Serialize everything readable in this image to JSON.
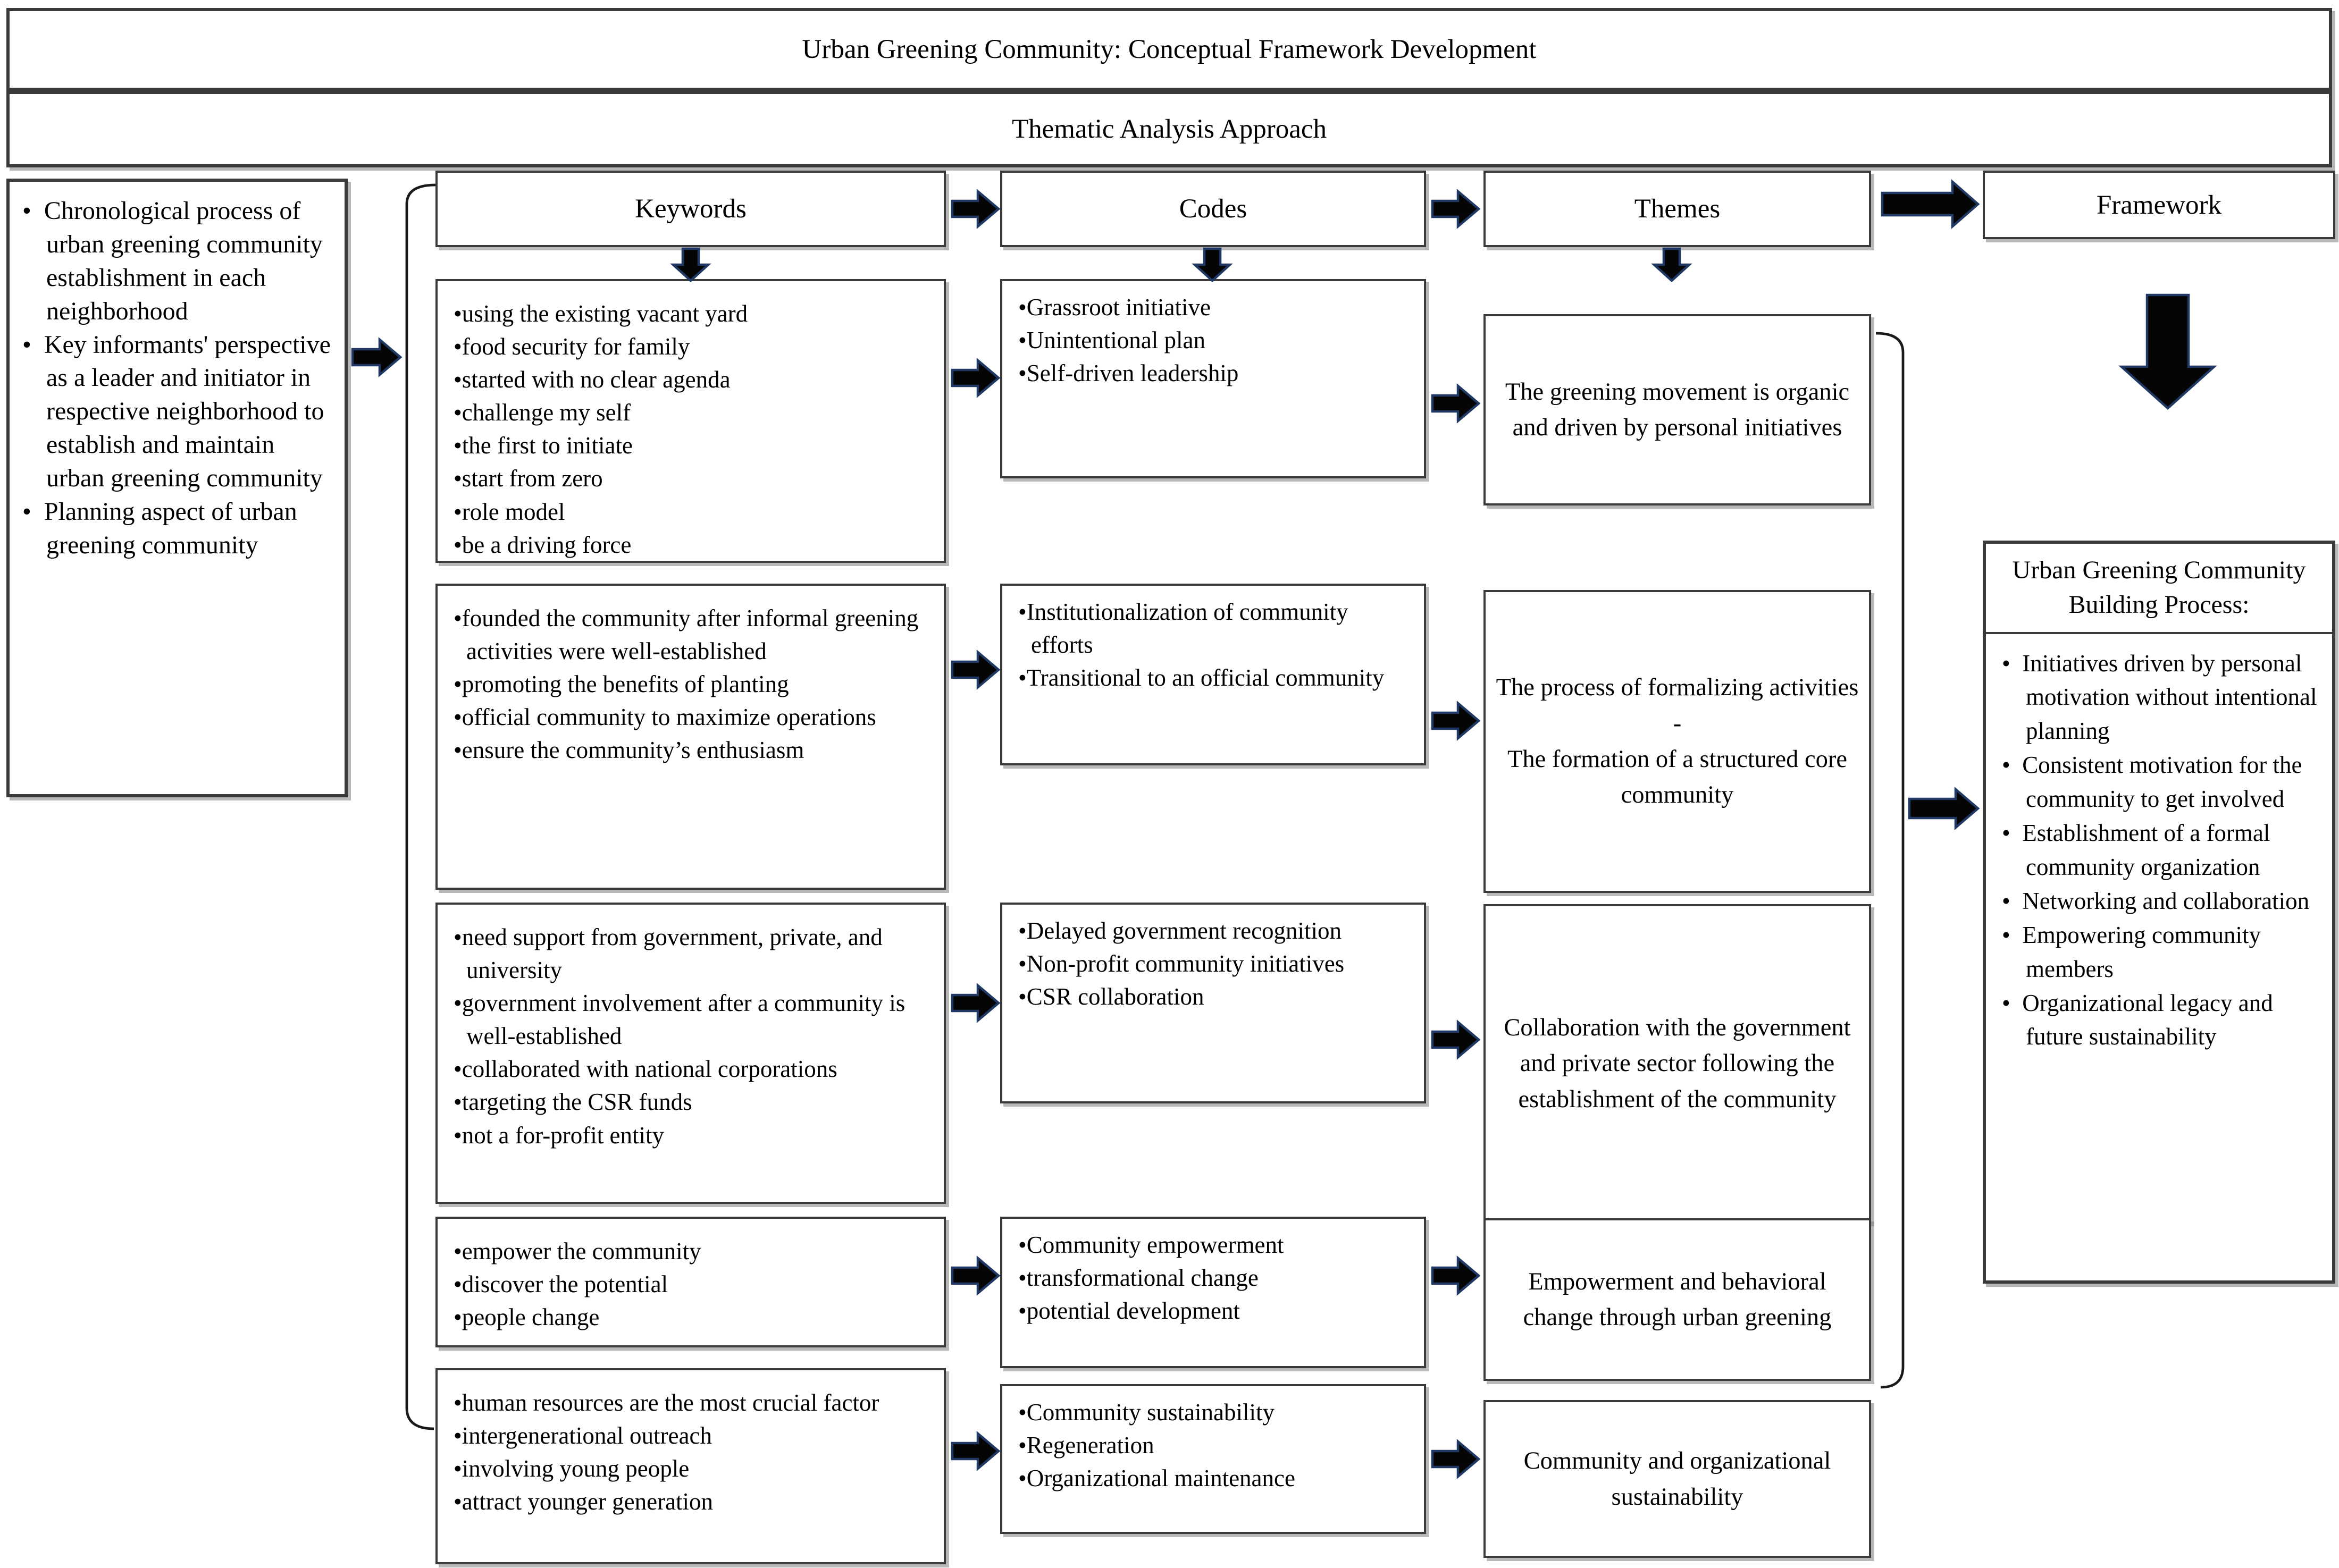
{
  "title_bar": {
    "main": "Urban Greening Community: Conceptual Framework Development",
    "sub": "Thematic Analysis Approach"
  },
  "left_panel": {
    "items": [
      "Chronological process of urban greening community establishment in each neighborhood",
      "Key informants' perspective as a leader and initiator in respective neighborhood to establish and maintain urban greening community",
      "Planning aspect of urban greening community"
    ]
  },
  "keywords": {
    "header": "Keywords",
    "boxes": [
      [
        "using the existing vacant yard",
        "food security for family",
        "started with no clear agenda",
        "challenge my self",
        "the first to initiate",
        "start from zero",
        "role model",
        "be a driving force"
      ],
      [
        "founded the community after informal greening activities were well-established",
        "promoting the benefits of planting",
        "official community to maximize operations",
        "ensure the community’s enthusiasm"
      ],
      [
        "need support from government, private, and university",
        "government involvement after a community is well-established",
        "collaborated with national corporations",
        "targeting the CSR funds",
        "not a for-profit entity"
      ],
      [
        "empower the community",
        "discover the potential",
        "people change"
      ],
      [
        "human resources are the most crucial factor",
        "intergenerational outreach",
        "involving young people",
        "attract younger generation"
      ]
    ]
  },
  "codes": {
    "header": "Codes",
    "boxes": [
      [
        "Grassroot initiative",
        "Unintentional plan",
        "Self-driven leadership"
      ],
      [
        "Institutionalization of community efforts",
        "Transitional to an official community"
      ],
      [
        "Delayed government recognition",
        "Non-profit community initiatives",
        "CSR collaboration"
      ],
      [
        "Community empowerment",
        "transformational change",
        "potential development"
      ],
      [
        "Community sustainability",
        "Regeneration",
        "Organizational maintenance"
      ]
    ]
  },
  "themes": {
    "header": "Themes",
    "boxes": [
      "The greening movement is organic and driven by personal initiatives",
      "The process of formalizing activities -\nThe formation of a structured core community",
      "Collaboration with the government and private sector following the establishment of the community",
      "Empowerment and behavioral change through urban greening",
      "Community and organizational sustainability"
    ]
  },
  "framework": {
    "header": "Framework",
    "process_title": "Urban Greening Community Building Process:",
    "process_items": [
      "Initiatives driven by personal motivation without intentional planning",
      "Consistent motivation for the community to get involved",
      "Establishment of a formal community organization",
      "Networking and collaboration",
      "Empowering community members",
      "Organizational legacy and future sustainability"
    ]
  }
}
